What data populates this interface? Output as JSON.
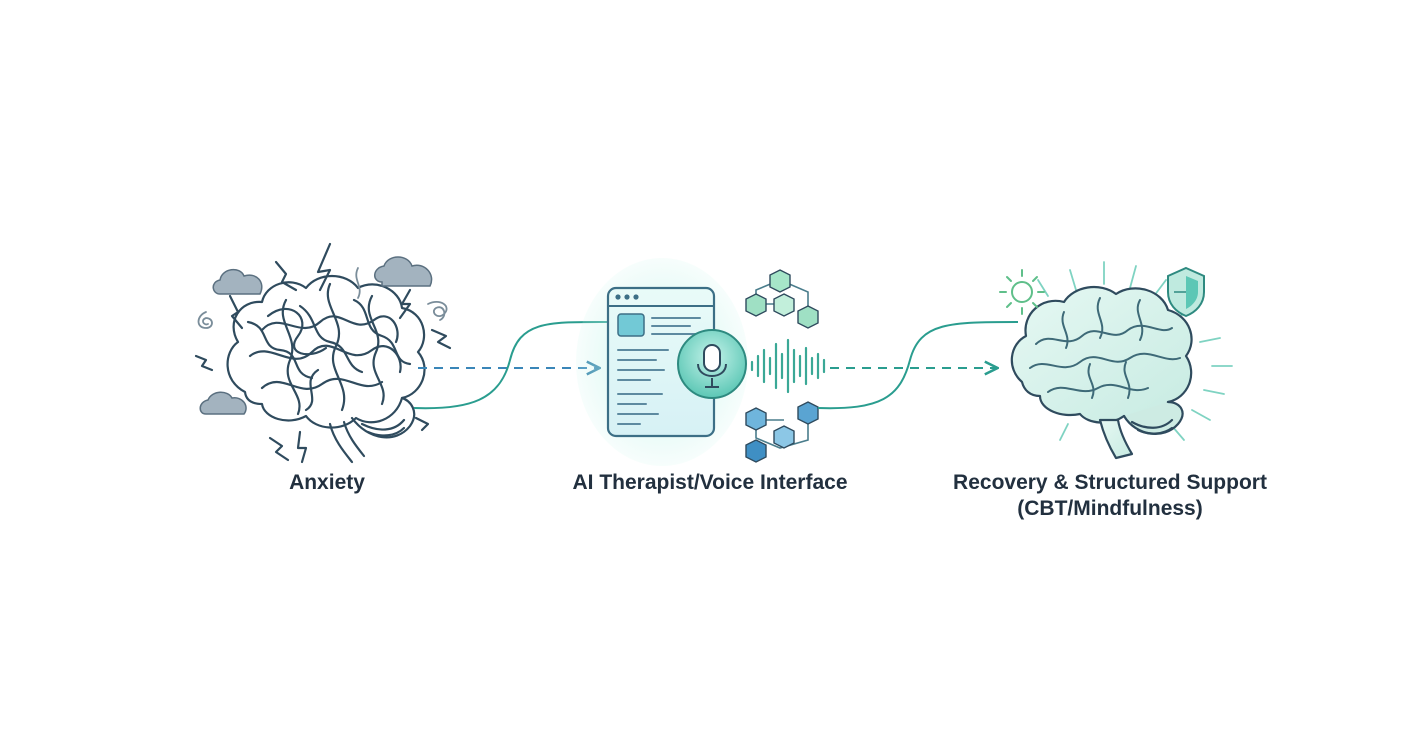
{
  "stages": [
    {
      "label": "Anxiety"
    },
    {
      "label": "AI Therapist/Voice Interface"
    },
    {
      "label_line1": "Recovery & Structured Support",
      "label_line2": "(CBT/Mindfulness)"
    }
  ],
  "colors": {
    "ink": "#2f4b5e",
    "anxious_cloud": "#9aabb8",
    "teal": "#2a9d8f",
    "teal_light": "#6cd4c0",
    "blue": "#3a86b8",
    "panel_glow": "#bff2ea",
    "brain_calm_fill": "#d8f3ec",
    "label": "#22303f"
  },
  "icons": [
    "tangled-brain-icon",
    "lightning-icon",
    "storm-cloud-icon",
    "browser-window-icon",
    "microphone-icon",
    "sound-wave-icon",
    "network-cube-icon",
    "calm-brain-icon",
    "sun-icon",
    "shield-icon"
  ]
}
